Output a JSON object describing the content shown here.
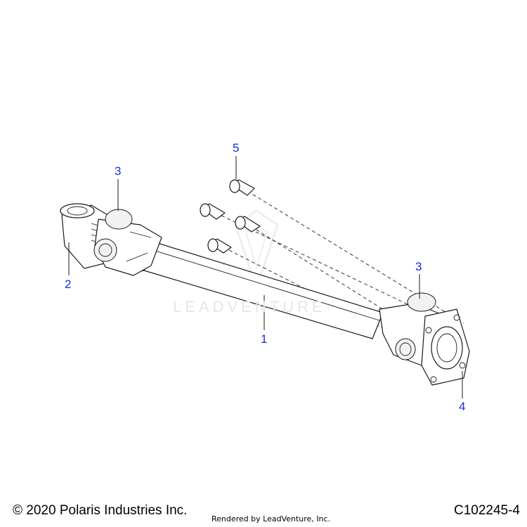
{
  "callouts": {
    "c1": "1",
    "c2": "2",
    "c3a": "3",
    "c3b": "3",
    "c4": "4",
    "c5": "5"
  },
  "watermark": "LEADVENTURE",
  "footer": {
    "copyright": "© 2020 Polaris Industries Inc.",
    "rendered_by": "Rendered by LeadVenture, Inc.",
    "diagram_id": "C102245-4"
  },
  "colors": {
    "callout": "#1b2bd8",
    "linework": "#1a1a1a"
  }
}
